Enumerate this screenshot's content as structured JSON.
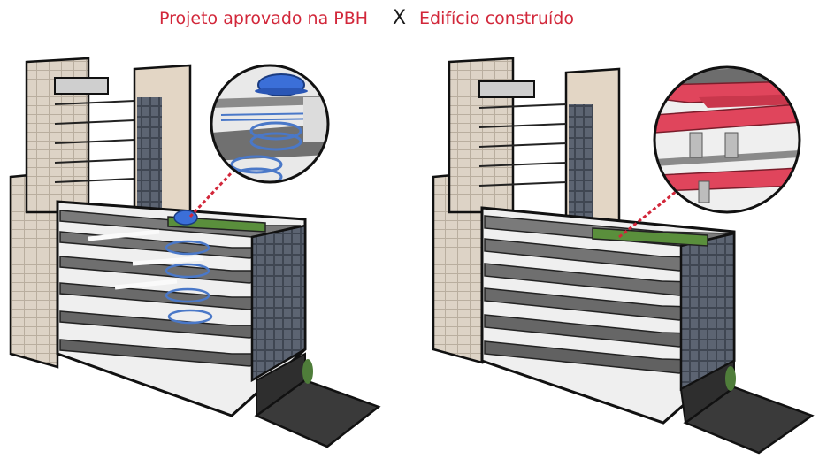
{
  "titles": {
    "left": "Projeto aprovado na PBH",
    "separator": "X",
    "right": "Edifício construído"
  },
  "colors": {
    "title_red": "#d2273a",
    "separator": "#1b1b1b",
    "slab": "#6e6e6e",
    "slab_light": "#bdbdbd",
    "facade_beige": "#d9cfc2",
    "glass": "#4b5563",
    "roof_garden": "#5a8f3c",
    "dome_blue": "#3b6fd8",
    "railing_blue": "#4a78c8",
    "beam_red": "#e0455c",
    "leader_red": "#d2273a"
  }
}
